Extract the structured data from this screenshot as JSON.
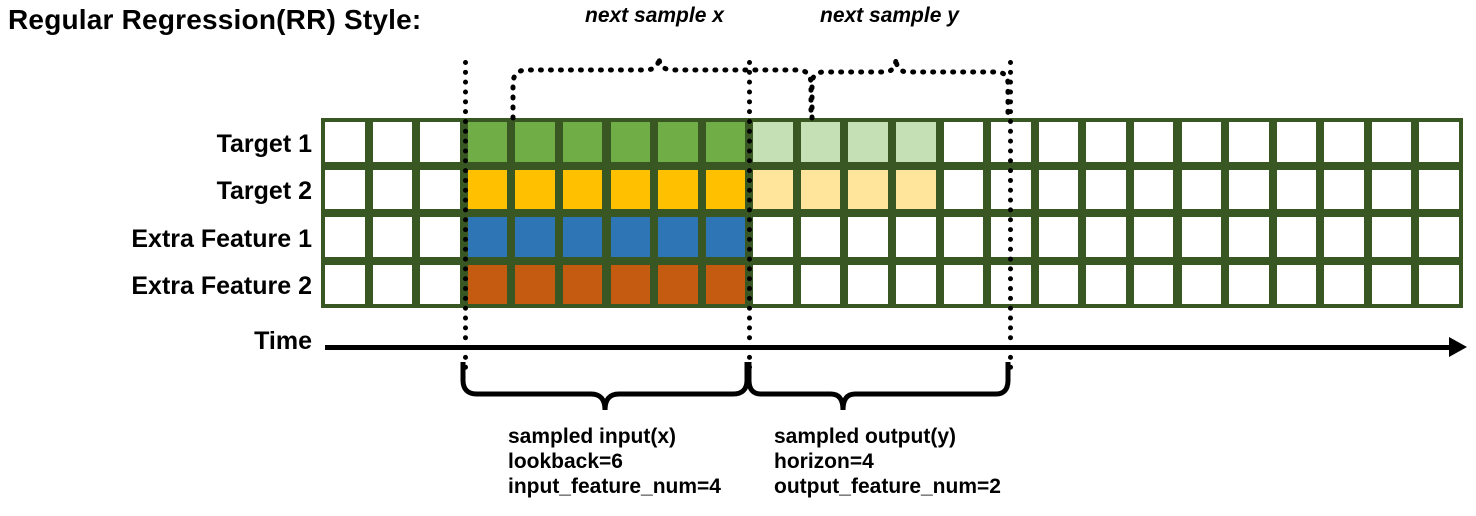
{
  "title": "Regular Regression(RR) Style:",
  "rows": [
    {
      "label": "Target 1",
      "color_key": "green",
      "light_key": "green_light"
    },
    {
      "label": "Target 2",
      "color_key": "yellow",
      "light_key": "yellow_light"
    },
    {
      "label": "Extra Feature 1",
      "color_key": "blue",
      "light_key": null
    },
    {
      "label": "Extra Feature 2",
      "color_key": "orange",
      "light_key": null
    }
  ],
  "grid": {
    "columns": 24,
    "input_start_col": 3,
    "input_len": 6,
    "output_start_col": 9,
    "output_len": 4
  },
  "colors": {
    "border": "#385723",
    "green": "#70AD47",
    "green_light": "#C5E0B4",
    "yellow": "#FFC000",
    "yellow_light": "#FFE49B",
    "blue": "#2E75B6",
    "orange": "#C55A11",
    "cell_empty": "#FFFFFF",
    "axis": "#000000"
  },
  "time_axis": {
    "label": "Time"
  },
  "top_annotations": [
    {
      "text": "next sample x",
      "name": "next-sample-x-label"
    },
    {
      "text": "next sample y",
      "name": "next-sample-y-label"
    }
  ],
  "bottom_annotations": [
    {
      "name": "sampled-input-note",
      "lines": [
        "sampled input(x)",
        "lookback=6",
        "input_feature_num=4"
      ]
    },
    {
      "name": "sampled-output-note",
      "lines": [
        "sampled output(y)",
        "horizon=4",
        "output_feature_num=2"
      ]
    }
  ]
}
